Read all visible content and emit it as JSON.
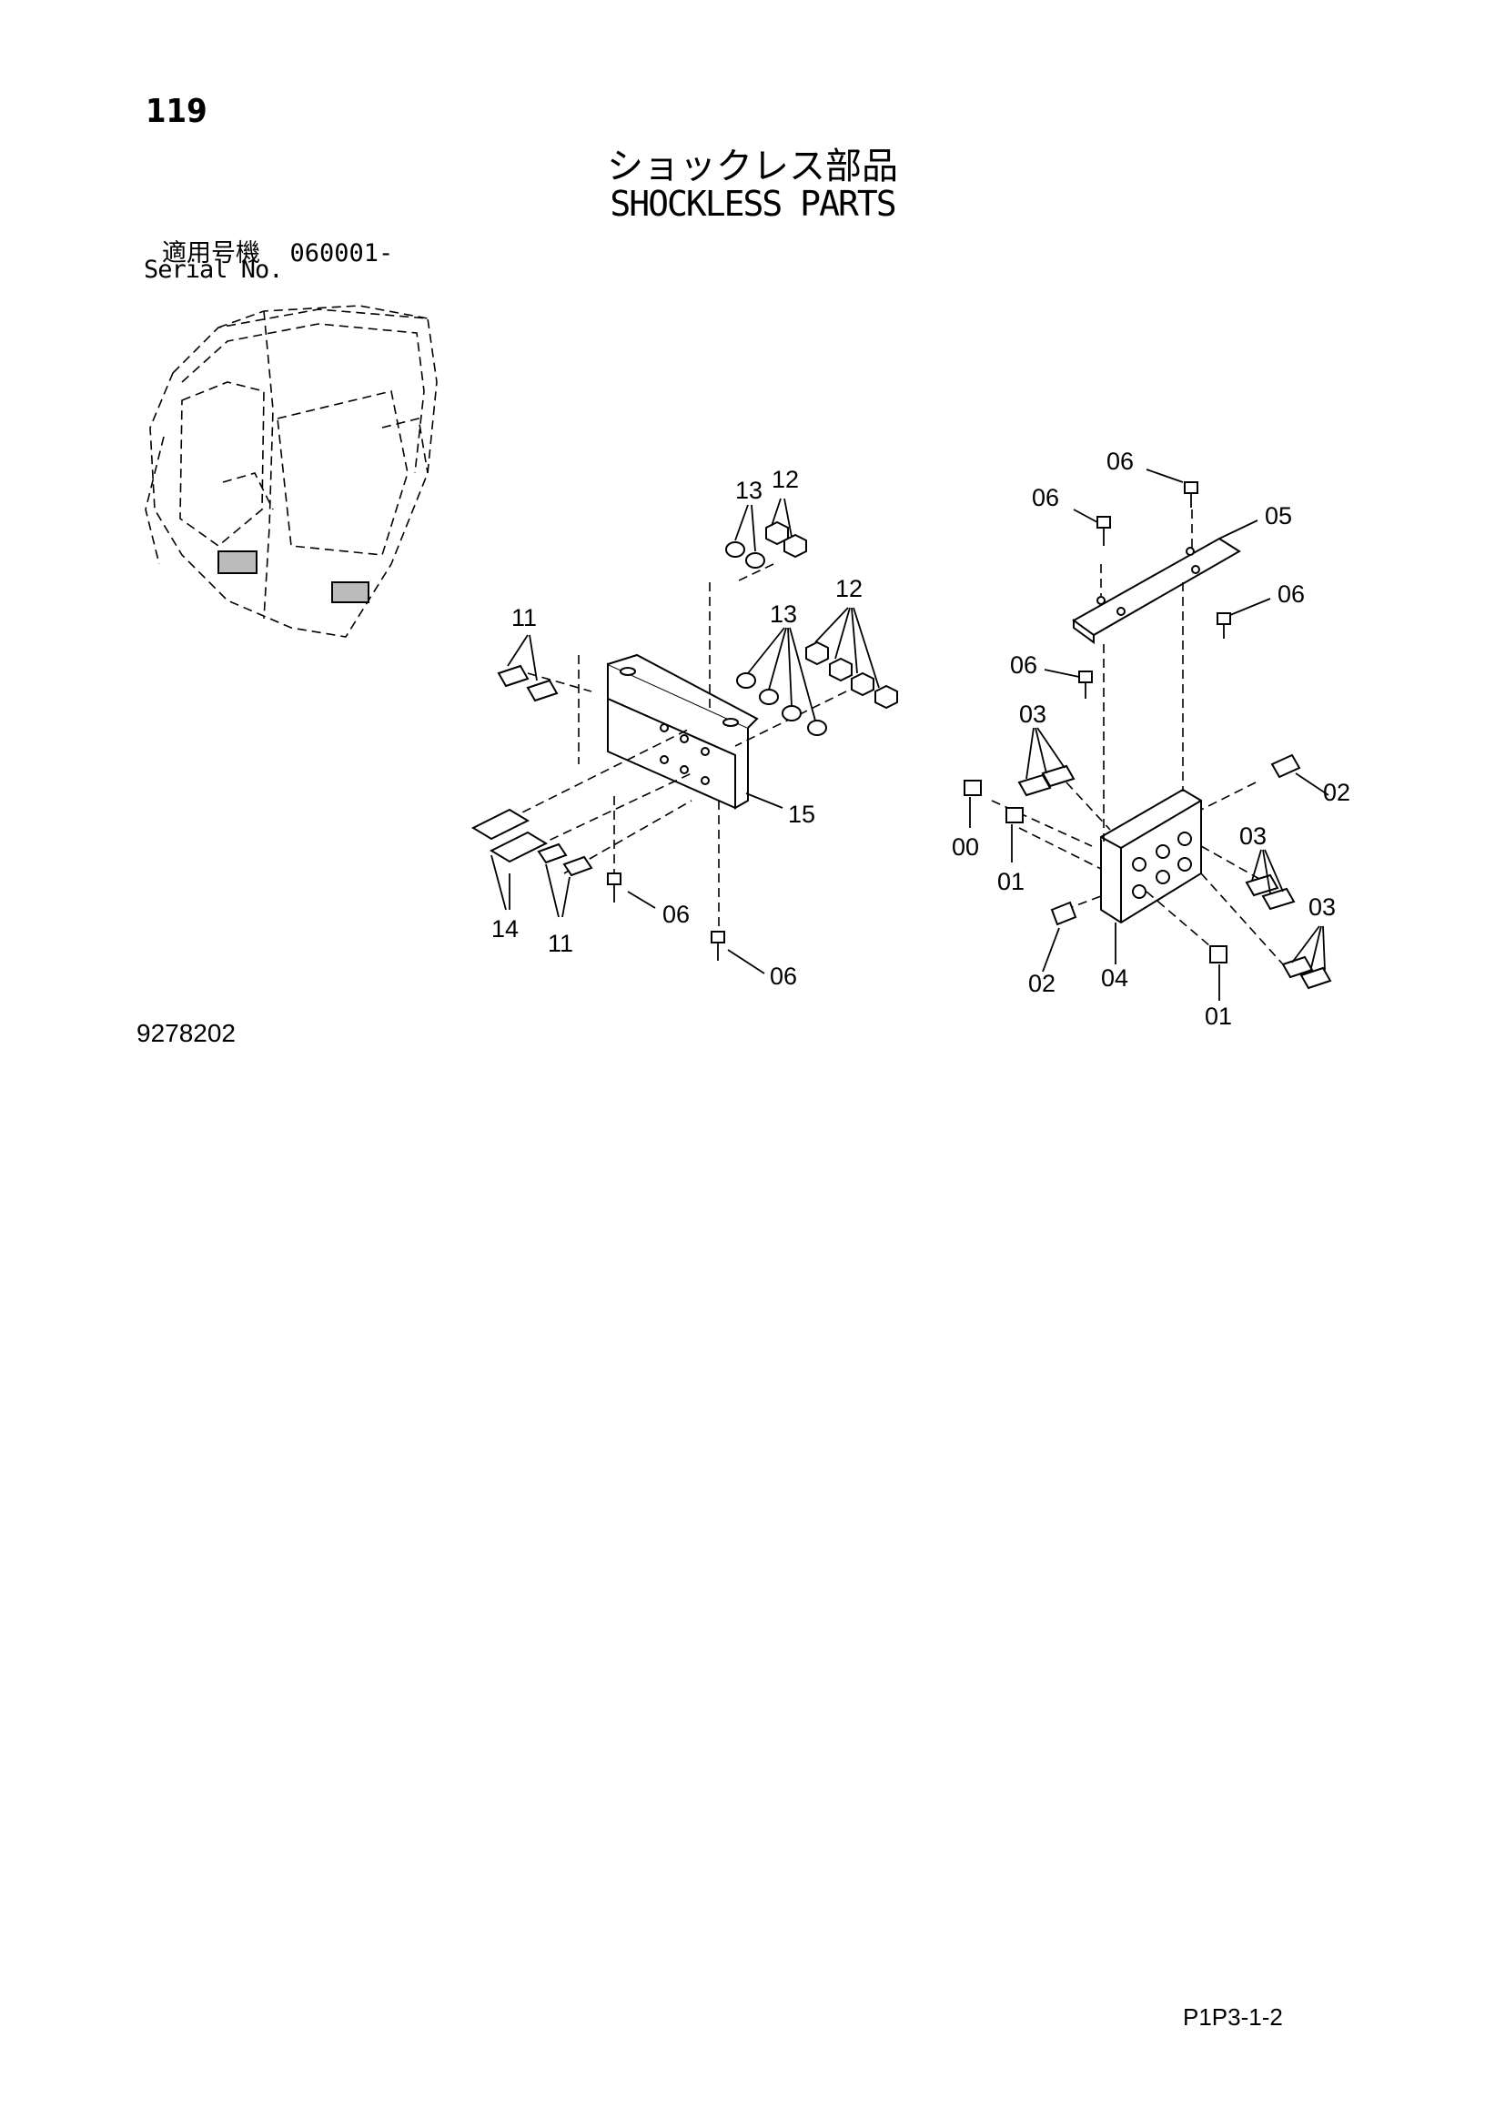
{
  "header": {
    "page_number": "119",
    "title_ja": "ショックレス部品",
    "title_en": "SHOCKLESS PARTS",
    "serial_label_ja": "適用号機",
    "serial_value": "060001-",
    "serial_label_en": "Serial No."
  },
  "footer": {
    "figure_number": "9278202",
    "page_code": "P1P3-1-2"
  },
  "diagram": {
    "callouts": [
      {
        "id": "c13a",
        "text": "13"
      },
      {
        "id": "c12a",
        "text": "12"
      },
      {
        "id": "c13b",
        "text": "13"
      },
      {
        "id": "c12b",
        "text": "12"
      },
      {
        "id": "c11a",
        "text": "11"
      },
      {
        "id": "c15",
        "text": "15"
      },
      {
        "id": "c14",
        "text": "14"
      },
      {
        "id": "c11b",
        "text": "11"
      },
      {
        "id": "c06a",
        "text": "06"
      },
      {
        "id": "c06b",
        "text": "06"
      },
      {
        "id": "c06c",
        "text": "06"
      },
      {
        "id": "c06d",
        "text": "06"
      },
      {
        "id": "c05",
        "text": "05"
      },
      {
        "id": "c06e",
        "text": "06"
      },
      {
        "id": "c06f",
        "text": "06"
      },
      {
        "id": "c03a",
        "text": "03"
      },
      {
        "id": "c02a",
        "text": "02"
      },
      {
        "id": "c00",
        "text": "00"
      },
      {
        "id": "c01a",
        "text": "01"
      },
      {
        "id": "c03b",
        "text": "03"
      },
      {
        "id": "c03c",
        "text": "03"
      },
      {
        "id": "c02b",
        "text": "02"
      },
      {
        "id": "c04",
        "text": "04"
      },
      {
        "id": "c01b",
        "text": "01"
      }
    ]
  }
}
